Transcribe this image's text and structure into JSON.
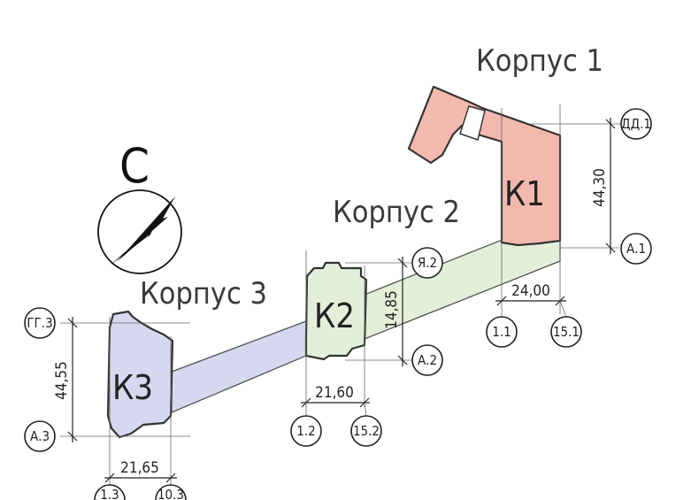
{
  "north_label": "С",
  "buildings": [
    {
      "id": "k1",
      "title": "Корпус 1",
      "code": "К1",
      "color": "#f4b9ae",
      "link_color": "#e3efd9",
      "dims": {
        "width": "24,00",
        "height": "44,30"
      },
      "axes": {
        "top": "ДД.1",
        "bottom": "А.1",
        "left": "1.1",
        "right": "15.1"
      }
    },
    {
      "id": "k2",
      "title": "Корпус 2",
      "code": "К2",
      "color": "#e3efd9",
      "link_color": "#e3efd9",
      "dims": {
        "width": "21,60",
        "height": "14,85"
      },
      "axes": {
        "top": "Я.2",
        "bottom": "А.2",
        "left": "1.2",
        "right": "15.2"
      }
    },
    {
      "id": "k3",
      "title": "Корпус 3",
      "code": "К3",
      "color": "#d6d8ef",
      "link_color": "#d6d8ef",
      "dims": {
        "width": "21,65",
        "height": "44,55"
      },
      "axes": {
        "top": "ГГ.3",
        "bottom": "А.3",
        "left": "1.3",
        "right": "10.3"
      }
    }
  ]
}
